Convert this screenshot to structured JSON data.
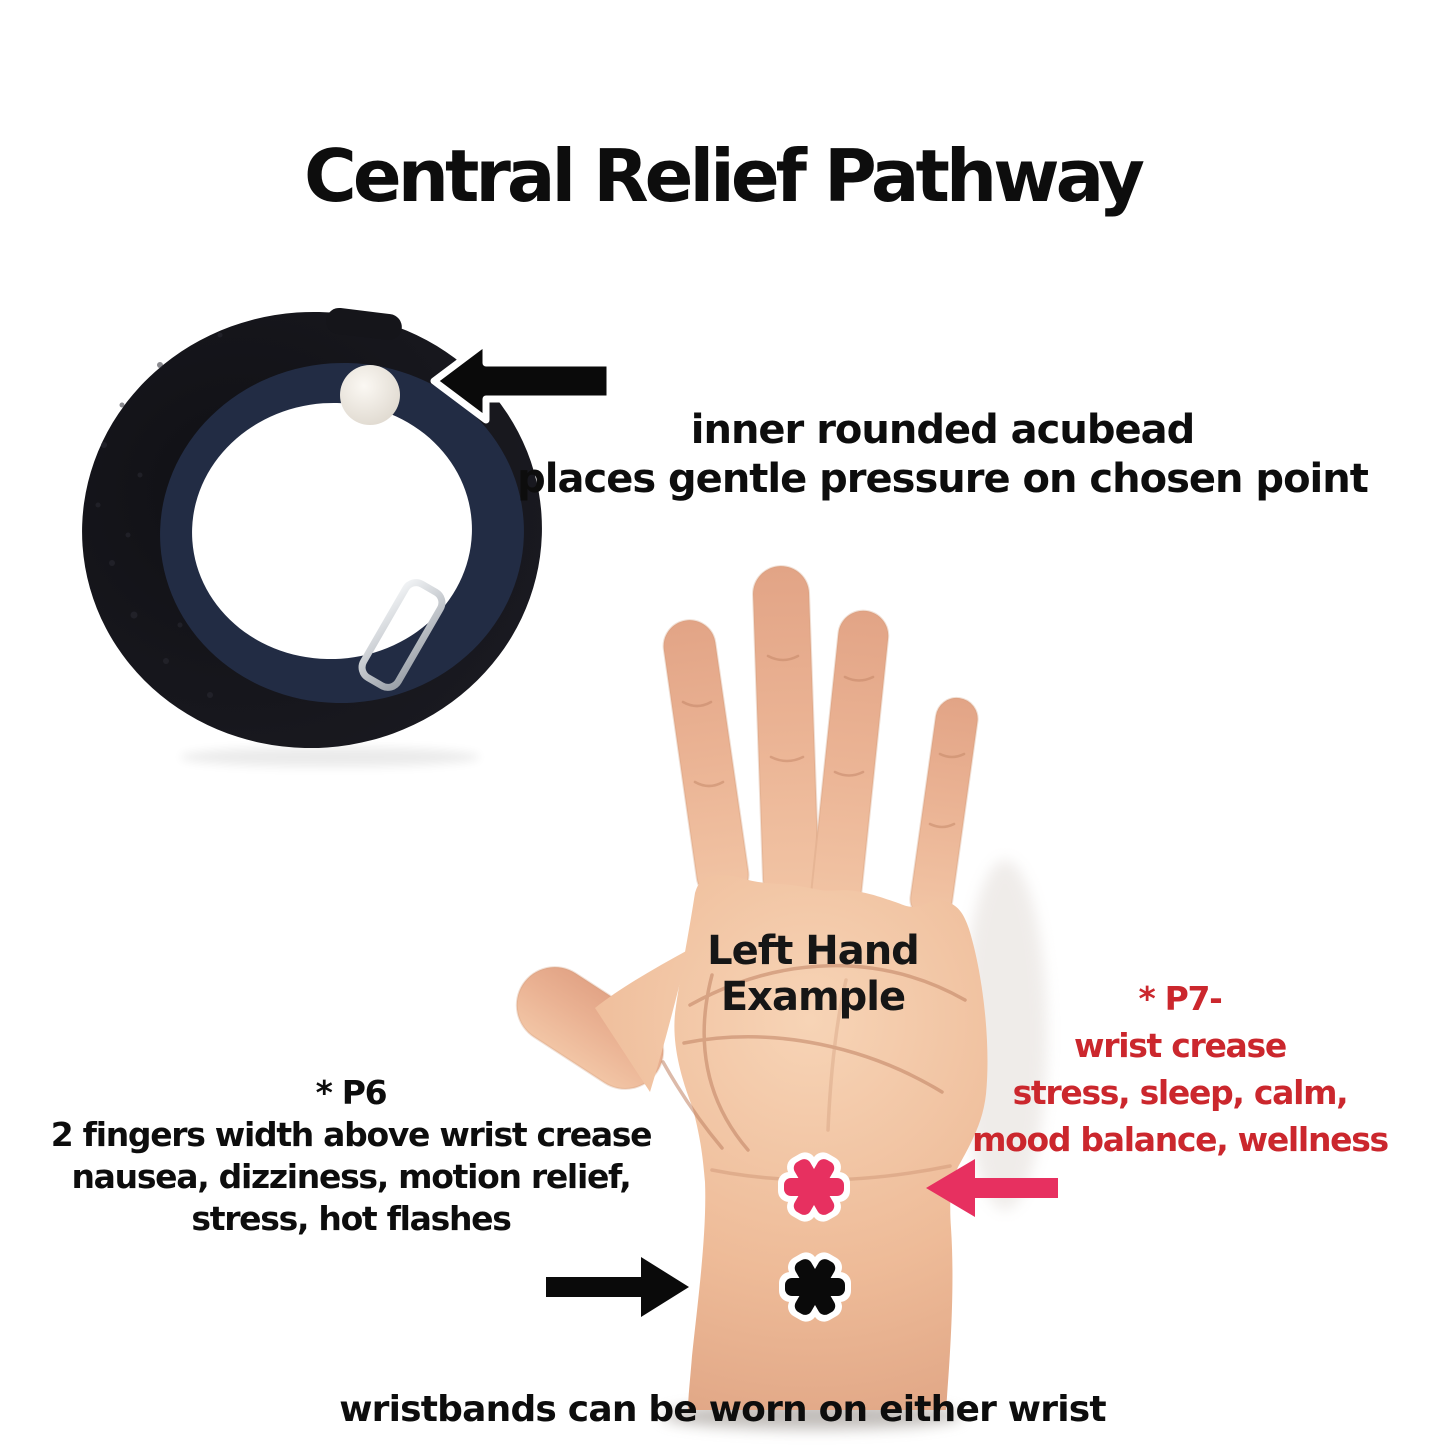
{
  "title": "Central Relief Pathway",
  "acubead_caption": {
    "line1": "inner rounded acubead",
    "line2": "places gentle pressure on chosen point"
  },
  "hand_label": {
    "line1": "Left Hand",
    "line2": "Example"
  },
  "p7": {
    "heading": "* P7-",
    "line2": "wrist crease",
    "line3": "stress, sleep, calm,",
    "line4": "mood balance, wellness"
  },
  "p6": {
    "heading": "* P6",
    "line2": "2 fingers width above wrist crease",
    "line3": "nausea, dizziness, motion relief,",
    "line4": "stress, hot flashes"
  },
  "footer": "wristbands can be worn on either wrist",
  "colors": {
    "text": "#0d0d0d",
    "red_text": "#cb272d",
    "p7_accent": "#e73060",
    "p6_accent": "#0a0a0a"
  }
}
